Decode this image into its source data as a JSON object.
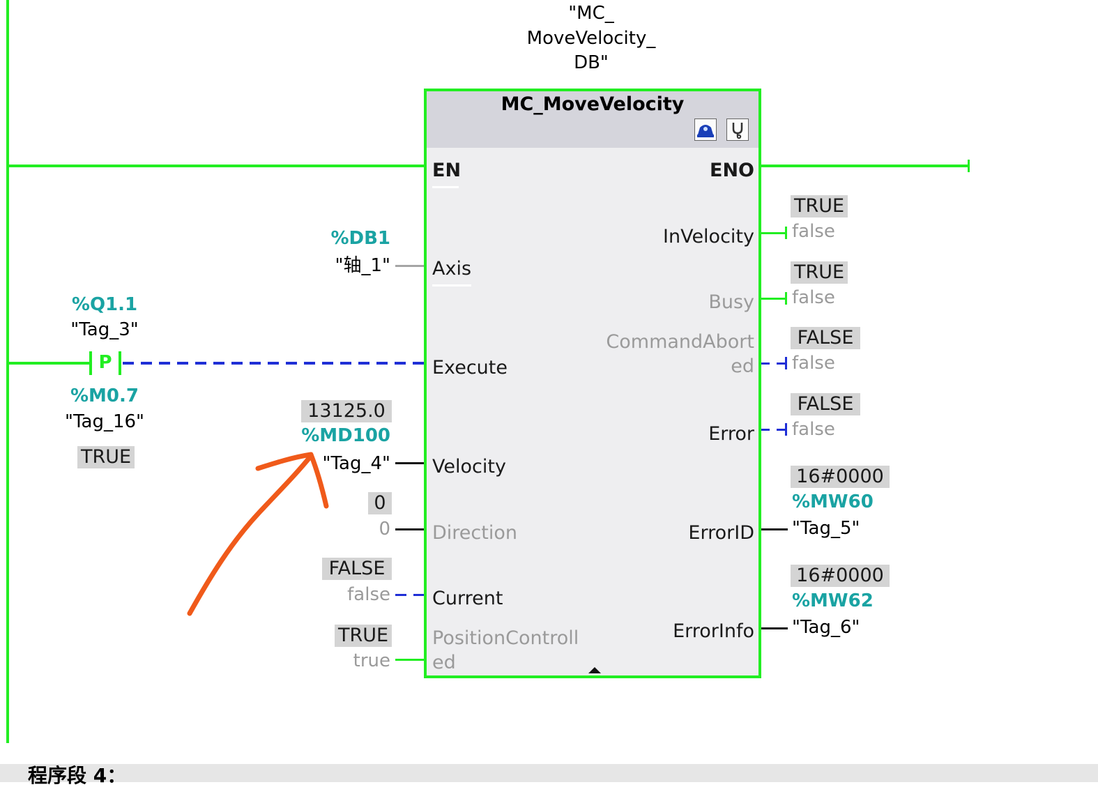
{
  "instance_db": {
    "line1": "\"MC_",
    "line2": "MoveVelocity_",
    "line3": "DB\""
  },
  "block": {
    "type": "MC_MoveVelocity",
    "pins_in": {
      "en": "EN",
      "axis": "Axis",
      "execute": "Execute",
      "velocity": "Velocity",
      "direction": "Direction",
      "current": "Current",
      "position_controlled_1": "PositionControll",
      "position_controlled_2": "ed"
    },
    "pins_out": {
      "eno": "ENO",
      "in_velocity": "InVelocity",
      "busy": "Busy",
      "command_aborted_1": "CommandAbort",
      "command_aborted_2": "ed",
      "error": "Error",
      "error_id": "ErrorID",
      "error_info": "ErrorInfo"
    },
    "expand_icon": "caret-up-icon",
    "header_icons": [
      "commissioning-icon",
      "diagnostics-icon"
    ]
  },
  "contact": {
    "address": "%Q1.1",
    "tag": "\"Tag_3\"",
    "symbol": "P",
    "edge_address": "%M0.7",
    "edge_tag": "\"Tag_16\"",
    "edge_value": "TRUE"
  },
  "inputs": {
    "axis": {
      "address": "%DB1",
      "tag": "\"轴_1\""
    },
    "velocity": {
      "monitor": "13125.0",
      "address": "%MD100",
      "tag": "\"Tag_4\""
    },
    "direction": {
      "monitor": "0",
      "literal": "0"
    },
    "current": {
      "monitor": "FALSE",
      "literal": "false"
    },
    "position_controlled": {
      "monitor": "TRUE",
      "literal": "true"
    }
  },
  "outputs": {
    "in_velocity": {
      "monitor": "TRUE",
      "literal": "false"
    },
    "busy": {
      "monitor": "TRUE",
      "literal": "false"
    },
    "command_aborted": {
      "monitor": "FALSE",
      "literal": "false"
    },
    "error": {
      "monitor": "FALSE",
      "literal": "false"
    },
    "error_id": {
      "monitor": "16#0000",
      "address": "%MW60",
      "tag": "\"Tag_5\""
    },
    "error_info": {
      "monitor": "16#0000",
      "address": "%MW62",
      "tag": "\"Tag_6\""
    }
  },
  "footer": {
    "network_title": "程序段 4："
  },
  "colors": {
    "power_flow": "#22ee22",
    "no_flow": "#1f2fd6",
    "address": "#1aa3a3",
    "annotation": "#f05a1a"
  }
}
